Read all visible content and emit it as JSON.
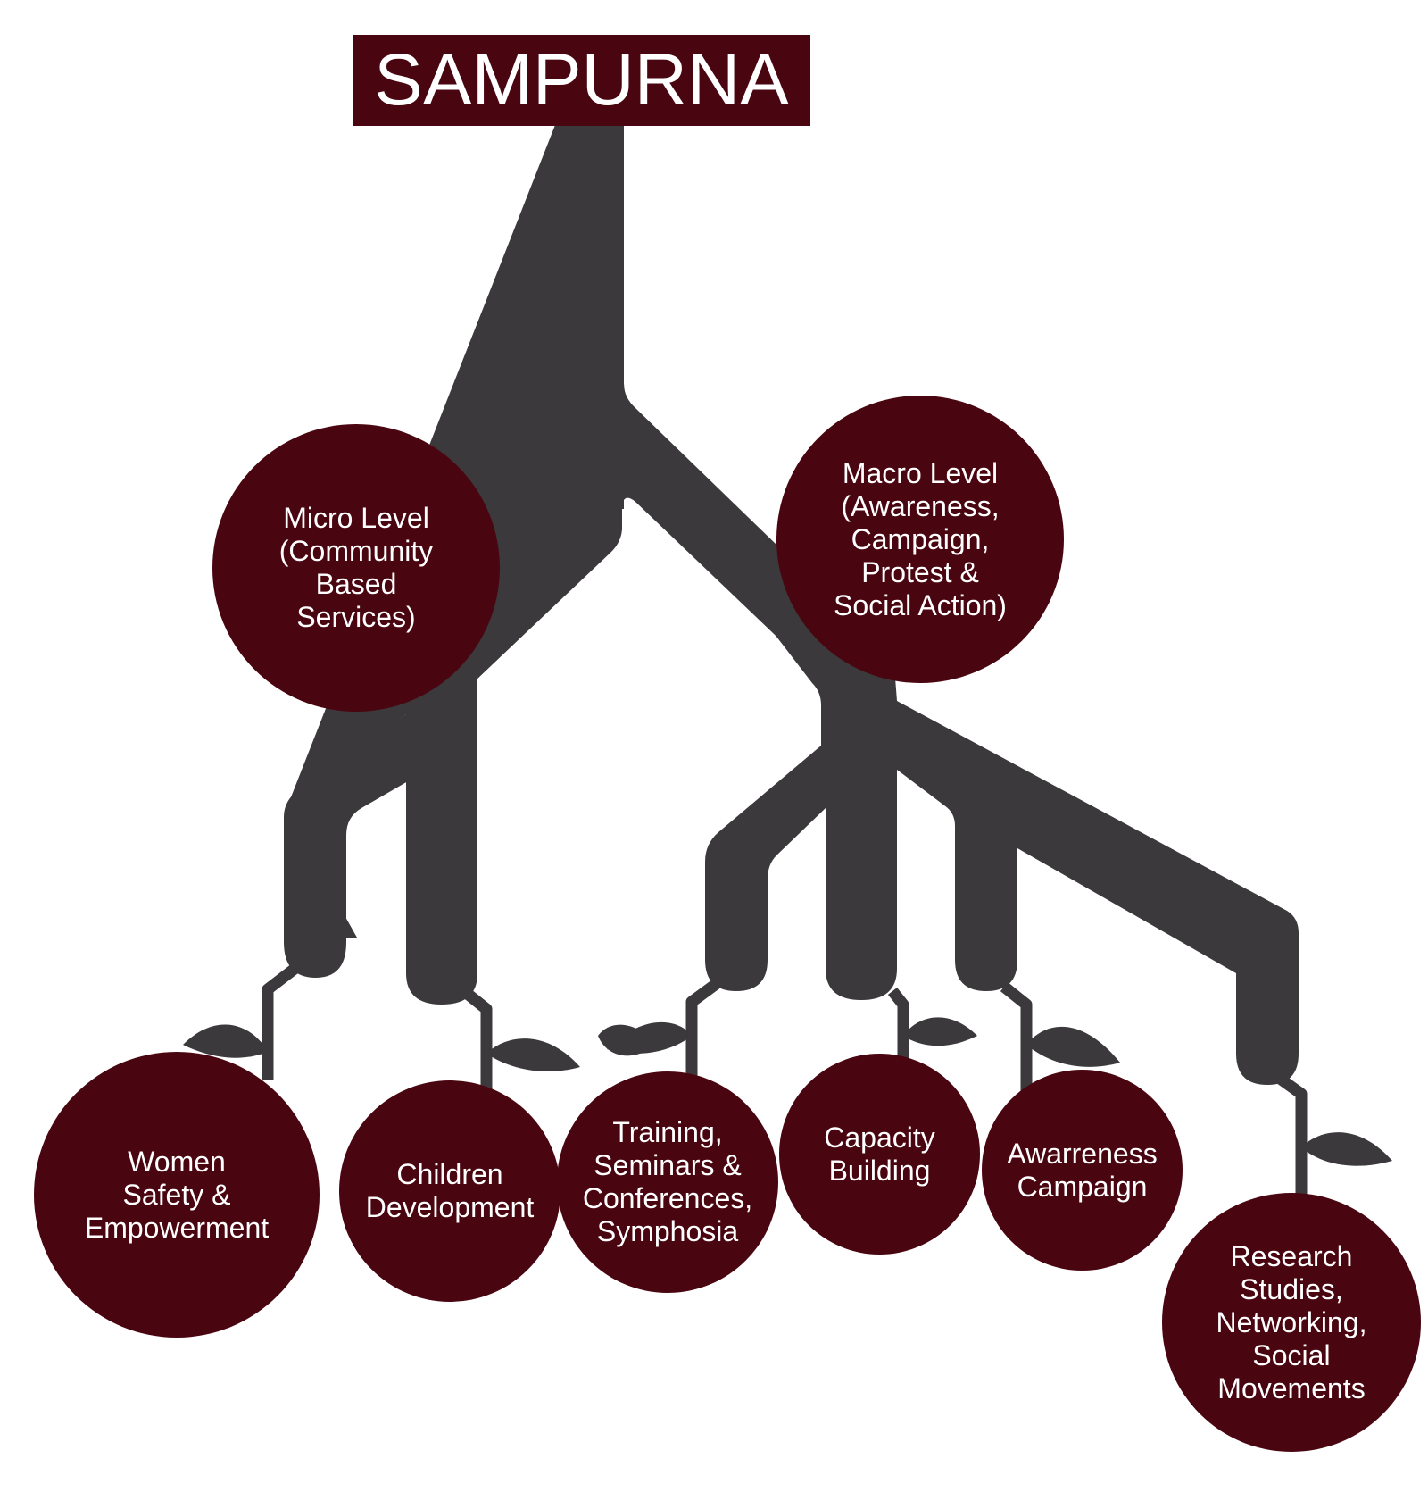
{
  "title": "SAMPURNA",
  "colors": {
    "node_fill": "#4a0610",
    "branch": "#3b393c",
    "text": "#ffffff",
    "background": "#ffffff"
  },
  "levels": [
    {
      "id": "micro",
      "label": "Micro Level\n(Community\nBased\nServices)"
    },
    {
      "id": "macro",
      "label": "Macro Level\n(Awareness,\nCampaign,\nProtest &\nSocial Action)"
    }
  ],
  "leaves": [
    {
      "id": "women",
      "parent": "micro",
      "label": "Women\nSafety &\nEmpowerment"
    },
    {
      "id": "children",
      "parent": "micro",
      "label": "Children\nDevelopment"
    },
    {
      "id": "training",
      "parent": "macro",
      "label": "Training,\nSeminars &\nConferences,\nSymphosia"
    },
    {
      "id": "capacity",
      "parent": "macro",
      "label": "Capacity\nBuilding"
    },
    {
      "id": "awareness",
      "parent": "macro",
      "label": "Awarreness\nCampaign"
    },
    {
      "id": "research",
      "parent": "macro",
      "label": "Research\nStudies,\nNetworking,\nSocial\nMovements"
    }
  ]
}
